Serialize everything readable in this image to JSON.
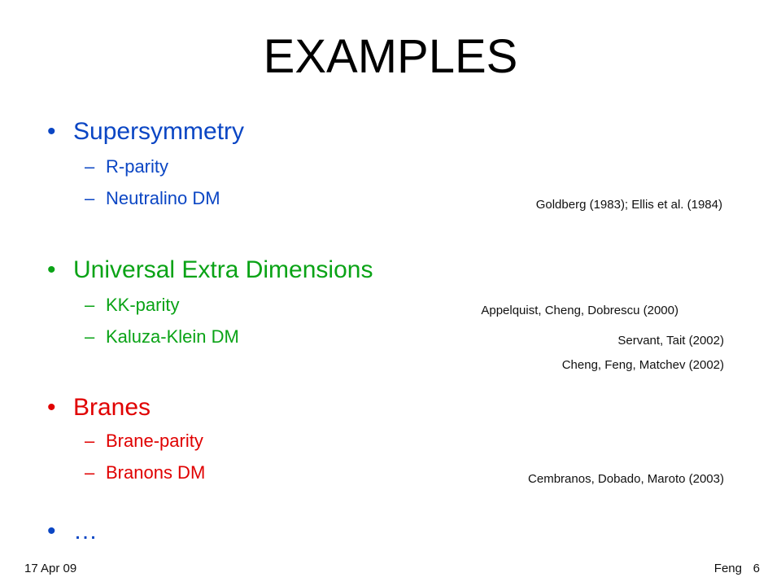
{
  "slide": {
    "title": "EXAMPLES",
    "colors": {
      "blue": "#0b46c4",
      "green": "#0aa316",
      "red": "#e00000"
    },
    "sections": [
      {
        "bullet": "•",
        "heading": "Supersymmetry",
        "items": [
          "R-parity",
          "Neutralino DM"
        ]
      },
      {
        "bullet": "•",
        "heading": "Universal Extra Dimensions",
        "items": [
          "KK-parity",
          "Kaluza-Klein DM"
        ]
      },
      {
        "bullet": "•",
        "heading": "Branes",
        "items": [
          "Brane-parity",
          "Branons DM"
        ]
      },
      {
        "bullet": "•",
        "heading": "…"
      }
    ],
    "dash": "–",
    "references": [
      "Goldberg (1983); Ellis et al. (1984)",
      "Appelquist, Cheng, Dobrescu (2000)",
      "Servant, Tait (2002)",
      "Cheng, Feng, Matchev (2002)",
      "Cembranos, Dobado, Maroto (2003)"
    ],
    "footer": {
      "date": "17 Apr 09",
      "author": "Feng",
      "page": "6"
    }
  }
}
